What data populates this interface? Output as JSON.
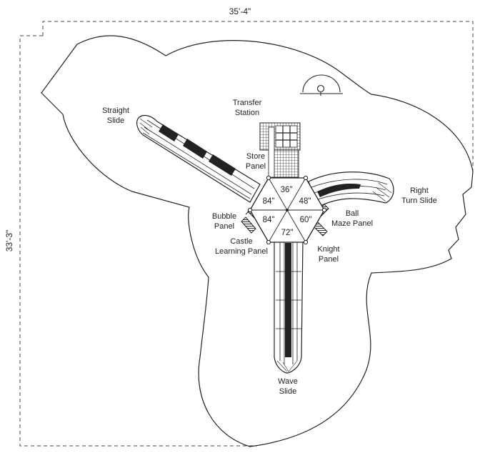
{
  "dimensions": {
    "width": "35'-4\"",
    "height": "33'-3\""
  },
  "labels": {
    "straight_slide": [
      "Straight",
      "Slide"
    ],
    "transfer_station": [
      "Transfer",
      "Station"
    ],
    "store_panel": [
      "Store",
      "Panel"
    ],
    "right_turn_slide": [
      "Right",
      "Turn Slide"
    ],
    "ball_maze_panel": [
      "Ball",
      "Maze Panel"
    ],
    "bubble_panel": [
      "Bubble",
      "Panel"
    ],
    "castle_learning_panel": [
      "Castle",
      "Learning Panel"
    ],
    "knight_panel": [
      "Knight",
      "Panel"
    ],
    "wave_slide": [
      "Wave",
      "Slide"
    ]
  },
  "decks": {
    "top": "36\"",
    "upper_left": "84\"",
    "upper_right": "48\"",
    "lower_left": "84\"",
    "lower_right": "60\"",
    "bottom": "72\""
  },
  "colors": {
    "line": "#222222",
    "dashed": "#444444",
    "panel_fill": "#dddddd"
  },
  "icons": {
    "accessibility": "wheelchair-icon"
  }
}
